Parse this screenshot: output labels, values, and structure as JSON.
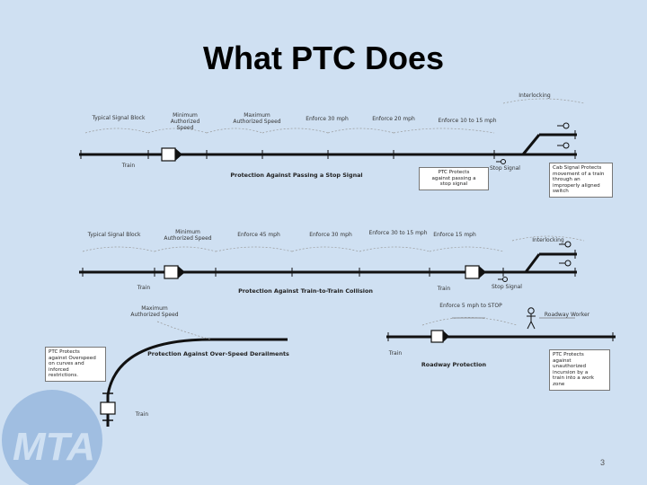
{
  "slide": {
    "title": "What PTC Does",
    "page_number": "3",
    "logo_text": "MTA"
  },
  "panel1": {
    "typical_signal_block": "Typical Signal Block",
    "minimum_authorized_speed": "Minimum\nAuthorized Speed",
    "maximum_authorized_speed": "Maximum\nAuthorized Speed",
    "enforce_30": "Enforce 30 mph",
    "enforce_20": "Enforce 20 mph",
    "enforce_10_to_15": "Enforce 10 to 15 mph",
    "interlocking": "Interlocking",
    "train": "Train",
    "caption": "Protection Against Passing a Stop Signal",
    "stop_signal": "Stop Signal",
    "box_stop_signal": "PTC Protects\nagainst passing a\nstop signal",
    "box_switch": "Cab Signal Protects\nmovement of a train\nthrough an\nimproperly aligned\nswitch"
  },
  "panel2": {
    "typical_signal_block": "Typical Signal Block",
    "minimum_authorized_speed": "Minimum\nAuthorized Speed",
    "enforce_45": "Enforce 45 mph",
    "enforce_30": "Enforce 30 mph",
    "enforce_30_to_15": "Enforce 30 to 15 mph",
    "enforce_15": "Enforce 15 mph",
    "interlocking": "Interlocking",
    "train_left": "Train",
    "train_right": "Train",
    "caption": "Protection Against Train-to-Train Collision",
    "stop_signal": "Stop Signal"
  },
  "panel3": {
    "maximum_authorized_speed": "Maximum\nAuthorized Speed",
    "caption_curve": "Protection Against Over-Speed Derailments",
    "box_curves": "PTC Protects\nagainst Overspeed\non curves and\ninforced\nrestrictions.",
    "train_curve": "Train",
    "enforce_stop": "Enforce 5 mph to STOP",
    "roadway_worker": "Roadway Worker",
    "train_roadway": "Train",
    "caption_roadway": "Roadway Protection",
    "box_roadway": "PTC Protects\nagainst\nunauthorized\nincursion by a\ntrain into a work\nzone"
  }
}
